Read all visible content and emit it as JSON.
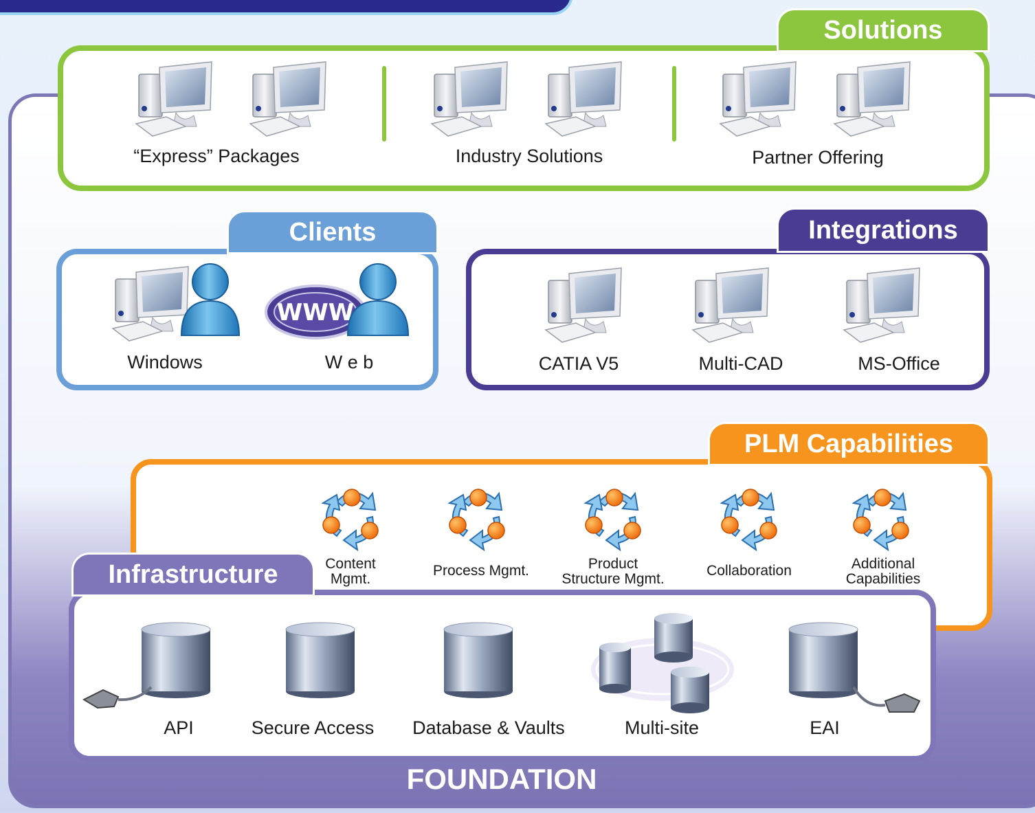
{
  "colors": {
    "solutions": "#8cc63f",
    "clients": "#6a9fd8",
    "integrations": "#4a3c92",
    "plm": "#f7941d",
    "infrastructure": "#7e76b8",
    "foundation": "#7e77b5"
  },
  "solutions": {
    "title": "Solutions",
    "groups": [
      "“Express” Packages",
      "Industry Solutions",
      "Partner Offering"
    ],
    "icon": "computer-icon"
  },
  "clients": {
    "title": "Clients",
    "items": [
      "Windows",
      "W e b"
    ],
    "icons": [
      "computer-user-icon",
      "www-user-icon"
    ]
  },
  "integrations": {
    "title": "Integrations",
    "items": [
      "CATIA V5",
      "Multi-CAD",
      "MS-Office"
    ],
    "icon": "computer-icon"
  },
  "plm": {
    "title": "PLM Capabilities",
    "items": [
      {
        "l1": "Content",
        "l2": "Mgmt."
      },
      {
        "l1": "Process Mgmt.",
        "l2": ""
      },
      {
        "l1": "Product",
        "l2": "Structure Mgmt."
      },
      {
        "l1": "Collaboration",
        "l2": ""
      },
      {
        "l1": "Additional",
        "l2": "Capabilities"
      }
    ],
    "icon": "cycle-arrows-icon"
  },
  "infrastructure": {
    "title": "Infrastructure",
    "items": [
      "API",
      "Secure Access",
      "Database & Vaults",
      "Multi-site",
      "EAI"
    ],
    "icon": "database-cylinder-icon"
  },
  "foundation": {
    "title": "FOUNDATION"
  }
}
